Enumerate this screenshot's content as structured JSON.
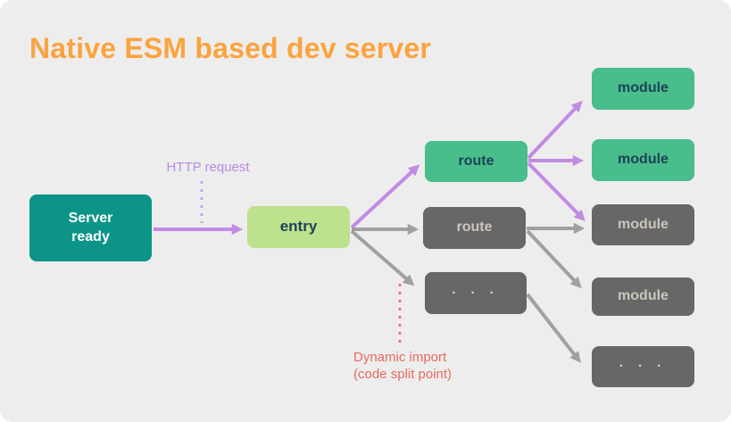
{
  "title": {
    "text": "Native ESM based dev server",
    "color": "#fba33f"
  },
  "annotations": {
    "http_request": {
      "text": "HTTP request",
      "color": "#b98ae4",
      "connector": "dashed-vertical"
    },
    "dynamic_import": {
      "line1": "Dynamic import",
      "line2": "(code split point)",
      "color": "#e96a60",
      "connector": "dashed-vertical"
    }
  },
  "nodes": {
    "server_ready": {
      "label": "Server ready",
      "style": "teal"
    },
    "entry": {
      "label": "entry",
      "style": "lightgreen"
    },
    "route_a": {
      "label": "route",
      "style": "green"
    },
    "route_b": {
      "label": "route",
      "style": "gray"
    },
    "route_more": {
      "label": "· · ·",
      "style": "gray"
    },
    "module_a1": {
      "label": "module",
      "style": "green"
    },
    "module_a2": {
      "label": "module",
      "style": "green"
    },
    "module_shared": {
      "label": "module",
      "style": "gray"
    },
    "module_b1": {
      "label": "module",
      "style": "gray"
    },
    "module_more": {
      "label": "· · ·",
      "style": "gray"
    }
  },
  "edges": [
    {
      "from": "server_ready",
      "to": "entry",
      "color": "purple"
    },
    {
      "from": "entry",
      "to": "route_a",
      "color": "purple"
    },
    {
      "from": "entry",
      "to": "route_b",
      "color": "gray"
    },
    {
      "from": "entry",
      "to": "route_more",
      "color": "gray"
    },
    {
      "from": "route_a",
      "to": "module_a1",
      "color": "purple"
    },
    {
      "from": "route_a",
      "to": "module_a2",
      "color": "purple"
    },
    {
      "from": "route_a",
      "to": "module_shared",
      "color": "purple"
    },
    {
      "from": "route_b",
      "to": "module_shared",
      "color": "gray"
    },
    {
      "from": "route_b",
      "to": "module_b1",
      "color": "gray"
    },
    {
      "from": "route_more",
      "to": "module_more",
      "color": "gray"
    }
  ],
  "colors": {
    "panel_bg": "#ededed",
    "teal": "#0d9488",
    "light_green": "#bde18c",
    "green": "#49bd8b",
    "gray_box": "#676767",
    "purple_arrow": "#c18be4",
    "gray_arrow": "#a0a0a0",
    "title_orange": "#fba33f",
    "red_annotation": "#e96a60"
  }
}
